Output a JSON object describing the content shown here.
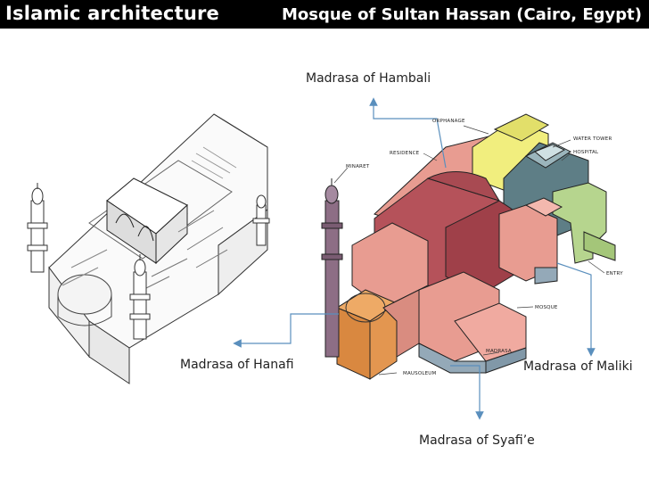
{
  "header": {
    "left_title": "Islamic architecture",
    "right_title": "Mosque of Sultan Hassan (Cairo, Egypt)"
  },
  "callouts": {
    "hambali": "Madrasa of Hambali",
    "hanafi": "Madrasa of Hanafi",
    "maliki": "Madrasa of Maliki",
    "syafie": "Madrasa of Syafi’e"
  },
  "diagram_labels": {
    "orphanage": "ORPHANAGE",
    "water_tower": "WATER TOWER",
    "hospital": "HOSPITAL",
    "residence": "RESIDENCE",
    "minaret": "MINARET",
    "entry": "ENTRY",
    "mosque": "MOSQUE",
    "madrasa": "MADRASA",
    "mausoleum": "MAUSOLEUM"
  },
  "colors": {
    "mosque_red": "#b5525a",
    "salmon": "#e89c91",
    "orange": "#e39650",
    "yellow": "#f1ee7e",
    "teal": "#5e7e86",
    "green": "#b6d58e",
    "purple": "#8d6e85",
    "arrow_blue": "#5a8fbd"
  }
}
